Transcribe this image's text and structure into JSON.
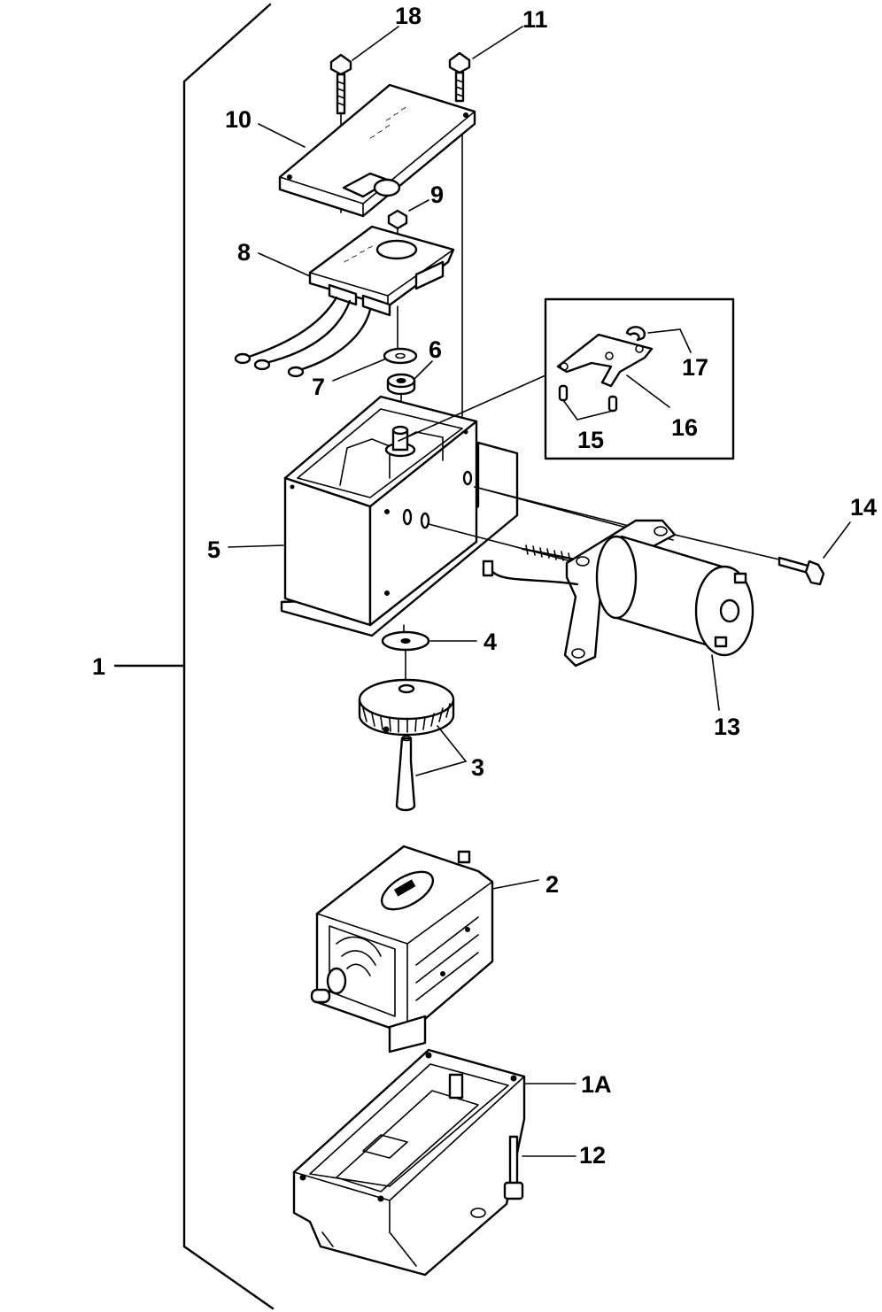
{
  "callouts": {
    "c1": "1",
    "c1a": "1A",
    "c2": "2",
    "c3": "3",
    "c4": "4",
    "c5": "5",
    "c6": "6",
    "c7": "7",
    "c8": "8",
    "c9": "9",
    "c10": "10",
    "c11": "11",
    "c12": "12",
    "c13": "13",
    "c14": "14",
    "c15": "15",
    "c16": "16",
    "c17": "17",
    "c18": "18"
  }
}
